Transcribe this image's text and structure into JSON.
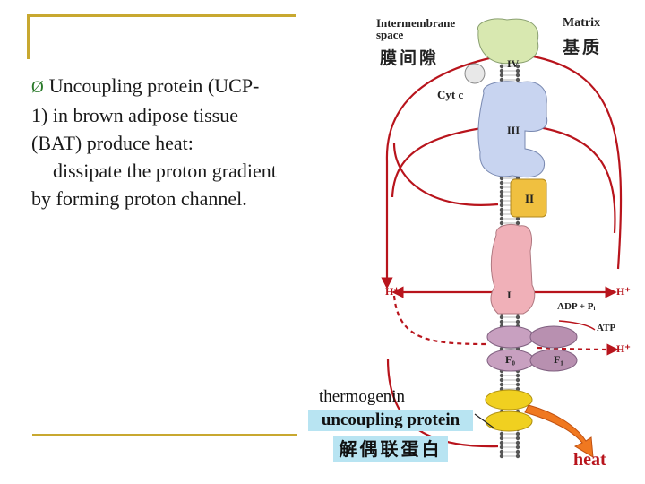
{
  "slide": {
    "bullet": {
      "arrow": "Ø",
      "line1": "Uncoupling protein (UCP-",
      "line2": "1) in brown adipose tissue",
      "line3": "(BAT) produce heat:",
      "line4": "dissipate the proton gradient",
      "line5": "by forming proton channel."
    },
    "accent_color": "#c8a830"
  },
  "diagram": {
    "intermembrane_label": "Intermembrane",
    "intermembrane_label2": "space",
    "intermembrane_cn": "膜间隙",
    "matrix_label": "Matrix",
    "matrix_cn": "基质",
    "complex_iv": "IV",
    "cyt_c": "Cyt c",
    "complex_iii": "III",
    "complex_ii": "II",
    "complex_i": "I",
    "h_left": "H⁺",
    "h_right_1": "H⁺",
    "h_right_2": "H⁺",
    "adp_pi": "ADP + Pᵢ",
    "atp": "ATP",
    "fo": "F₀",
    "f1": "F₁",
    "heat": "heat",
    "thermogenin": "thermogenin",
    "uncoupling_protein": "uncoupling protein",
    "uncoupling_protein_cn": "解偶联蛋白",
    "colors": {
      "arrow_red": "#b8141c",
      "complex_iv": "#d8e8b0",
      "complex_iii": "#c8d4f0",
      "complex_ii": "#f0c040",
      "complex_i": "#f0b0b8",
      "atp_synthase": "#c8a0c0",
      "ucp": "#f0d020",
      "heat_arrow": "#f07820",
      "label_box": "#b8e4f2"
    }
  }
}
